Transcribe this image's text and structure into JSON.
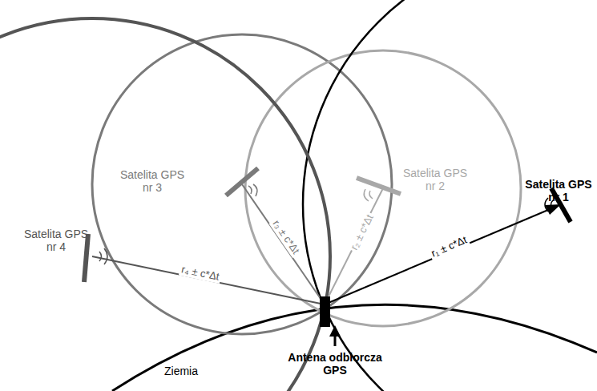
{
  "diagram": {
    "labels": [
      "Satelita GPS nr 3",
      "Satelita GPS nr 2",
      "Satelita GPS nr 1",
      "Satelita GPS nr 4",
      "r₄ ± c*Δt",
      "r₃ ± c*Δt",
      "r₂ ± c*Δt",
      "r₁ ± c*Δt",
      "Ziemia",
      "Antena odbiorcza GPS"
    ]
  }
}
